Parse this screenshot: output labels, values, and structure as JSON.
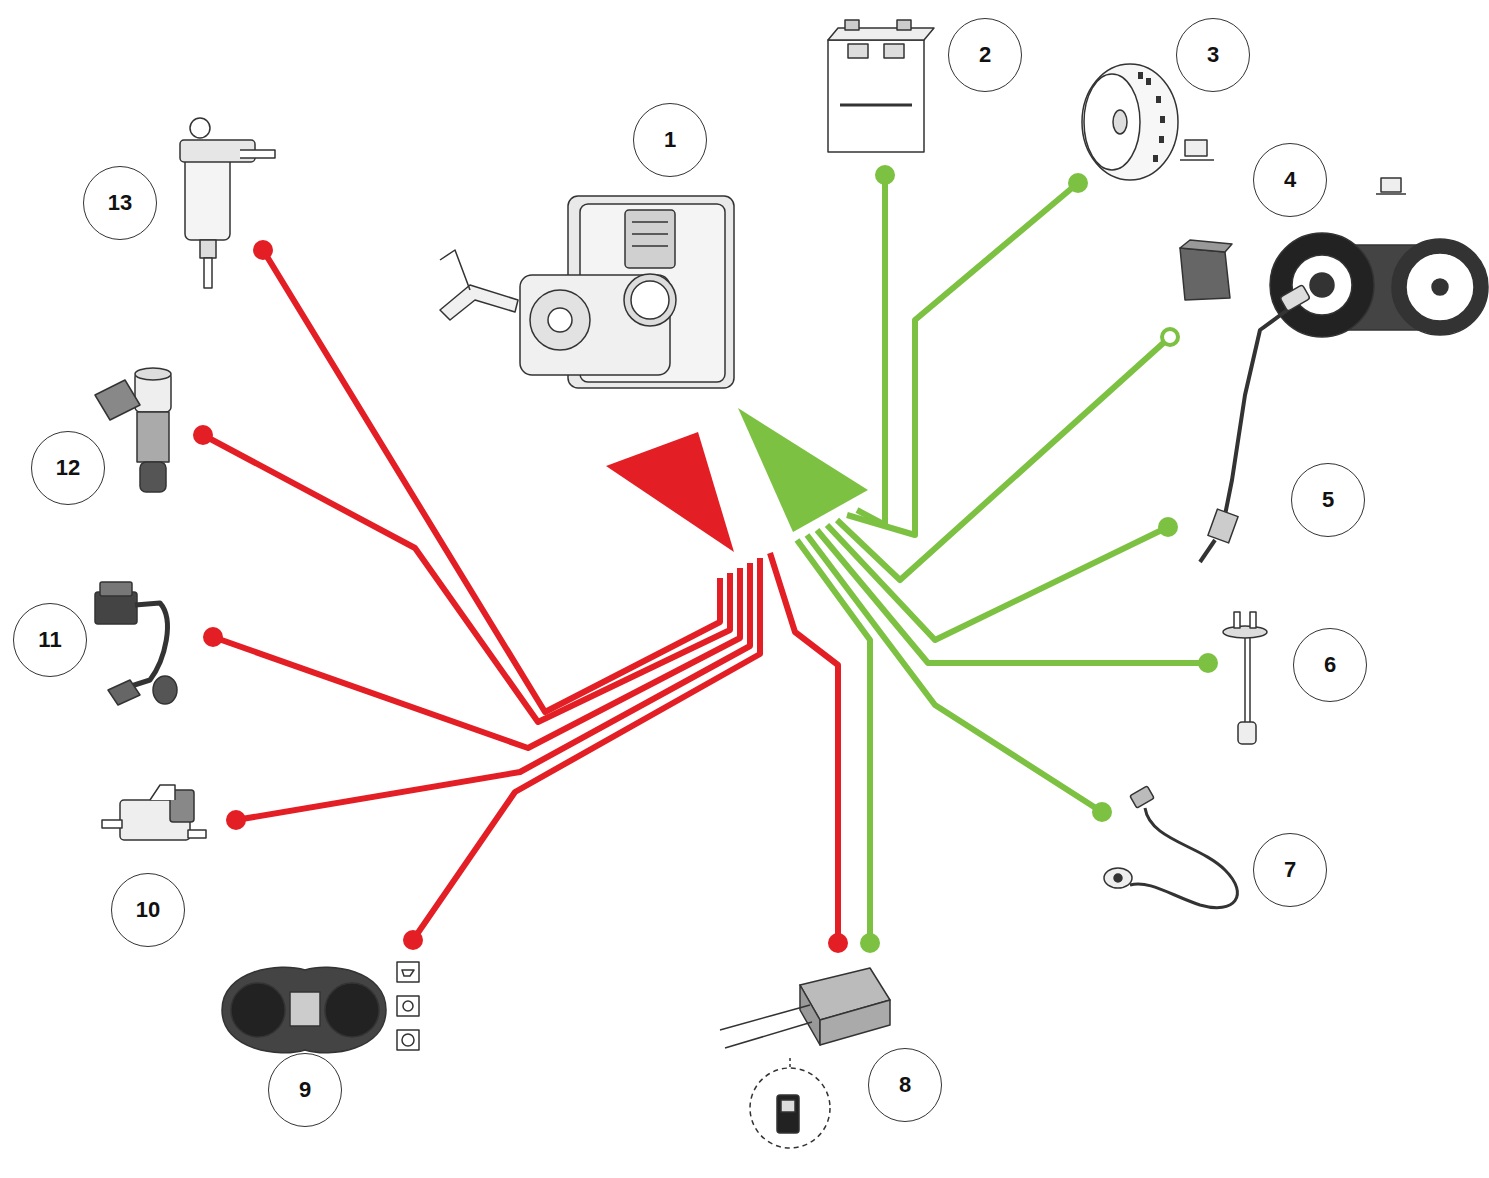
{
  "diagram": {
    "nodes": [
      {
        "text": [
          "1"
        ]
      },
      {
        "text": [
          "2"
        ]
      },
      {
        "text": [
          "3"
        ]
      },
      {
        "text": [
          "4"
        ]
      },
      {
        "text": [
          "5"
        ]
      },
      {
        "text": [
          "6"
        ]
      },
      {
        "text": [
          "7"
        ]
      },
      {
        "text": [
          "8"
        ]
      },
      {
        "text": [
          "9"
        ]
      },
      {
        "text": [
          "10"
        ]
      },
      {
        "text": [
          "11"
        ]
      },
      {
        "text": [
          "12"
        ]
      },
      {
        "text": [
          "13"
        ]
      }
    ]
  }
}
